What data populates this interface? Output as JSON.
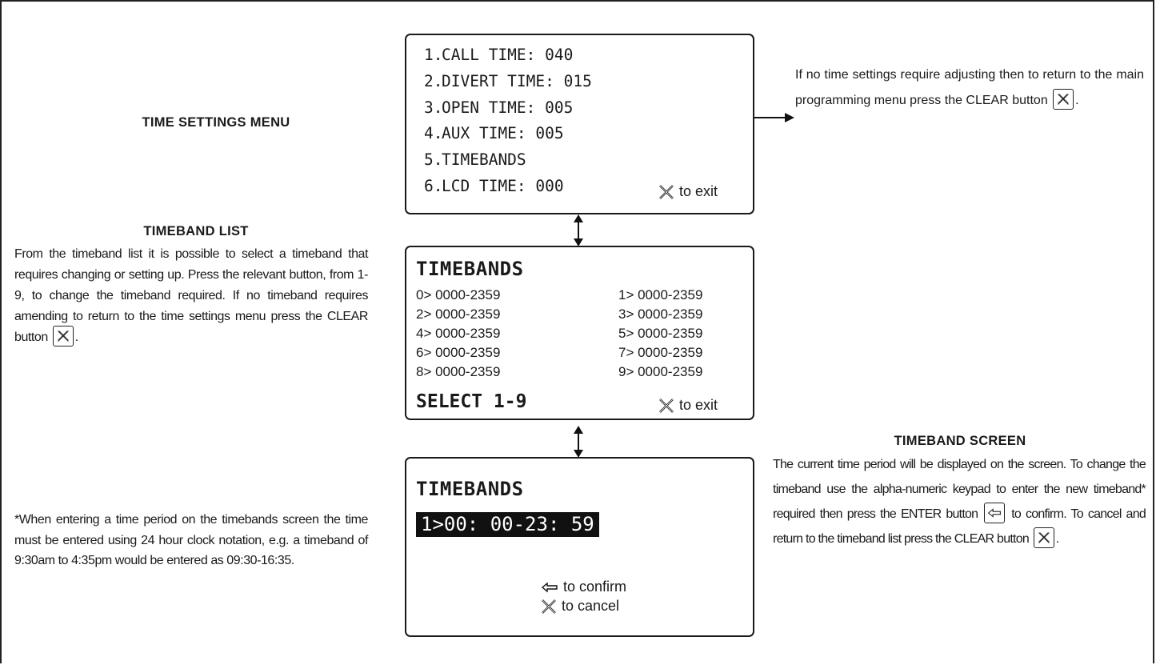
{
  "left": {
    "time_settings_heading": "TIME SETTINGS MENU",
    "timeband_list_heading": "TIMEBAND LIST",
    "timeband_list_text": "From the timeband list it is possible to select a timeband that requires changing or setting up. Press the relevant button, from 1-9, to change the timeband required. If no timeband requires amending to return to the time settings menu press the CLEAR button",
    "note_text": "*When entering a time period on the timebands screen the time must be entered using 24 hour clock notation, e.g. a timeband of 9:30am to 4:35pm would be entered as 09:30-16:35."
  },
  "menu_screen": {
    "items": [
      {
        "num": "1.",
        "label": "CALL TIME: 040"
      },
      {
        "num": "2.",
        "label": "DIVERT TIME: 015"
      },
      {
        "num": "3.",
        "label": "OPEN TIME: 005"
      },
      {
        "num": "4.",
        "label": "AUX TIME: 005"
      },
      {
        "num": "5.",
        "label": "TIMEBANDS"
      },
      {
        "num": "6.",
        "label": "LCD TIME: 000"
      }
    ],
    "exit_label": "to exit"
  },
  "timeband_list_screen": {
    "title": "TIMEBANDS",
    "entries": [
      "0> 0000-2359",
      "1> 0000-2359",
      "2> 0000-2359",
      "3> 0000-2359",
      "4> 0000-2359",
      "5> 0000-2359",
      "6> 0000-2359",
      "7> 0000-2359",
      "8> 0000-2359",
      "9> 0000-2359"
    ],
    "select_label": "SELECT 1-9",
    "exit_label": "to exit"
  },
  "timeband_edit_screen": {
    "title": "TIMEBANDS",
    "value": "1>00: 00-23: 59",
    "confirm_label": "to confirm",
    "cancel_label": "to cancel"
  },
  "right": {
    "exit_text": "If no time settings require adjusting then to return to the main programming menu press the CLEAR button",
    "timeband_screen_heading": "TIMEBAND SCREEN",
    "timeband_screen_text_1": "The current time period will be displayed on the screen. To change the timeband use the alpha-numeric keypad to enter the new timeband* required then press the ENTER button",
    "timeband_screen_text_2": "to confirm. To cancel and return to the timeband list press the CLEAR button",
    "period": "."
  },
  "icons": {
    "clear": "clear-x-icon",
    "enter": "enter-arrow-icon"
  }
}
